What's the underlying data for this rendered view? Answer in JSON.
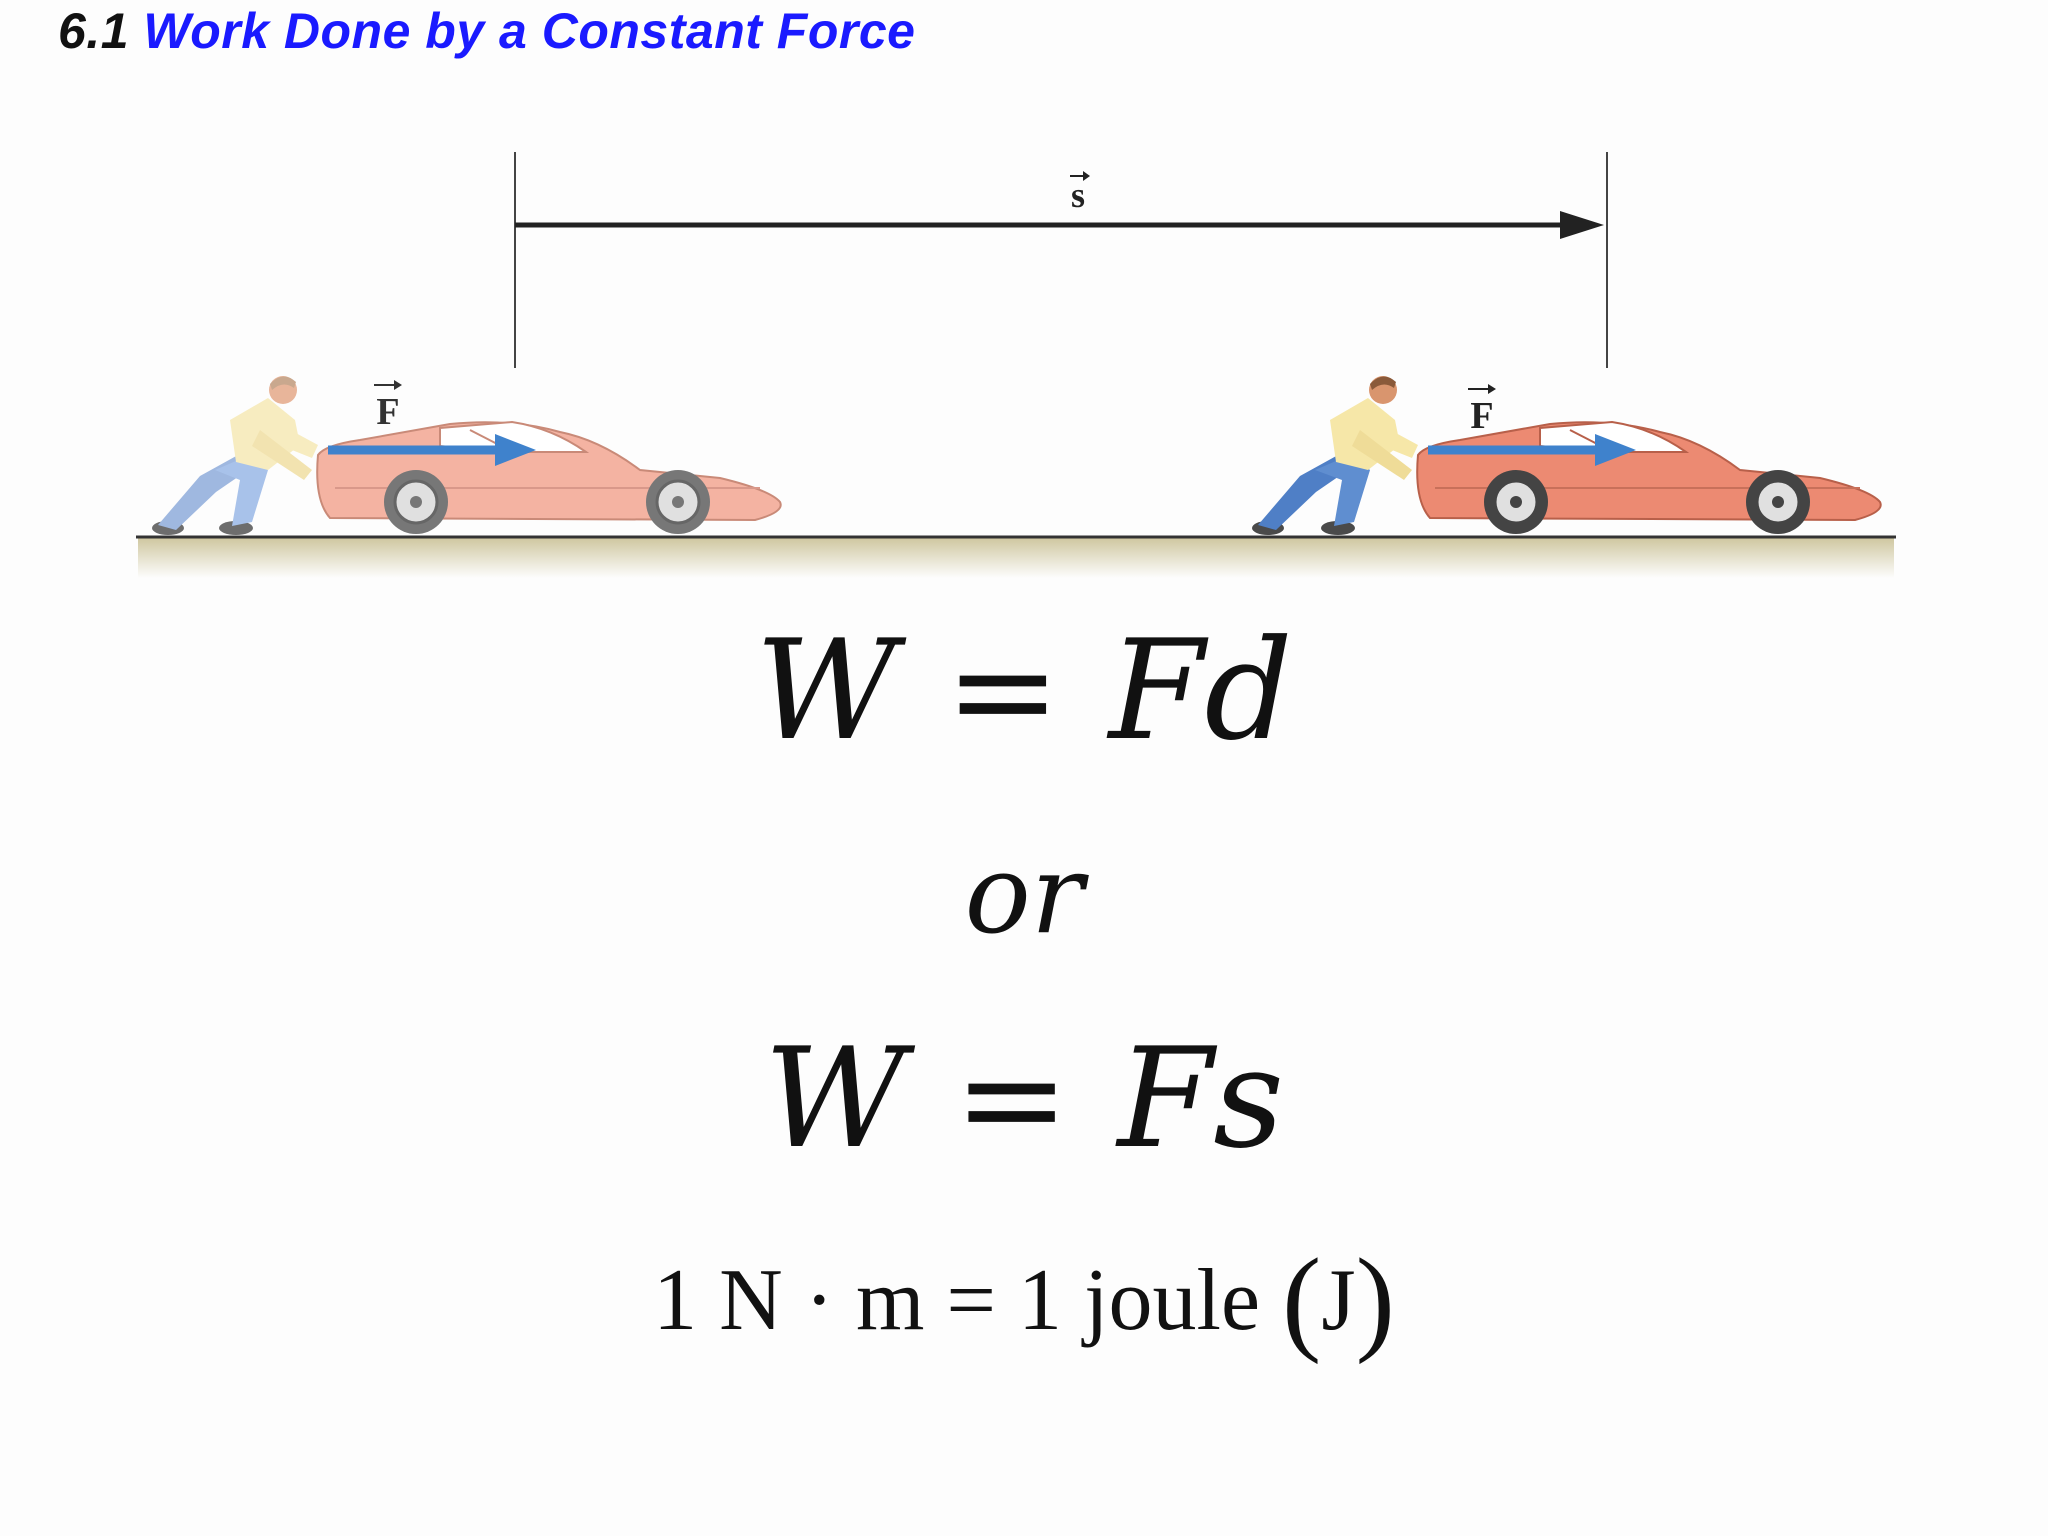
{
  "header": {
    "section_number": "6.1",
    "title": "Work Done by a Constant Force"
  },
  "figure": {
    "displacement_label": "s",
    "force_label_left": "F",
    "force_label_right": "F",
    "colors": {
      "car_left": "#f4b3a2",
      "car_right": "#ec8a72",
      "force_arrow": "#3f82cc",
      "ground": "#d9d2b0",
      "shirt": "#f6e7a8",
      "pants": "#5f8ed0"
    }
  },
  "equations": {
    "eq1": {
      "lhs": "W",
      "op": "=",
      "rhs": "Fd"
    },
    "or_text": "or",
    "eq2": {
      "lhs": "W",
      "op": "=",
      "rhs": "Fs"
    },
    "units": {
      "left": "1 N · m = 1 joule",
      "open_paren": "(",
      "unit": "J",
      "close_paren": ")"
    }
  }
}
